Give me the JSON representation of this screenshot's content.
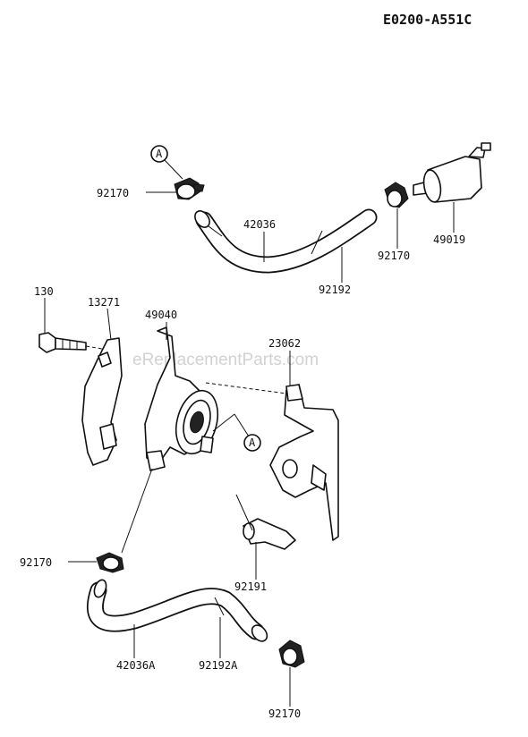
{
  "diagram_code": "E0200-A551C",
  "watermark": "eReplacementParts.com",
  "callouts": {
    "ref_a_top": "A",
    "ref_a_mid": "A"
  },
  "labels": {
    "p92170_top": "92170",
    "p42036": "42036",
    "p92192": "92192",
    "p92170_right": "92170",
    "p49019": "49019",
    "p130": "130",
    "p13271": "13271",
    "p49040": "49040",
    "p23062": "23062",
    "p92170_left": "92170",
    "p92191": "92191",
    "p42036a": "42036A",
    "p92192a": "92192A",
    "p92170_bottom": "92170"
  }
}
